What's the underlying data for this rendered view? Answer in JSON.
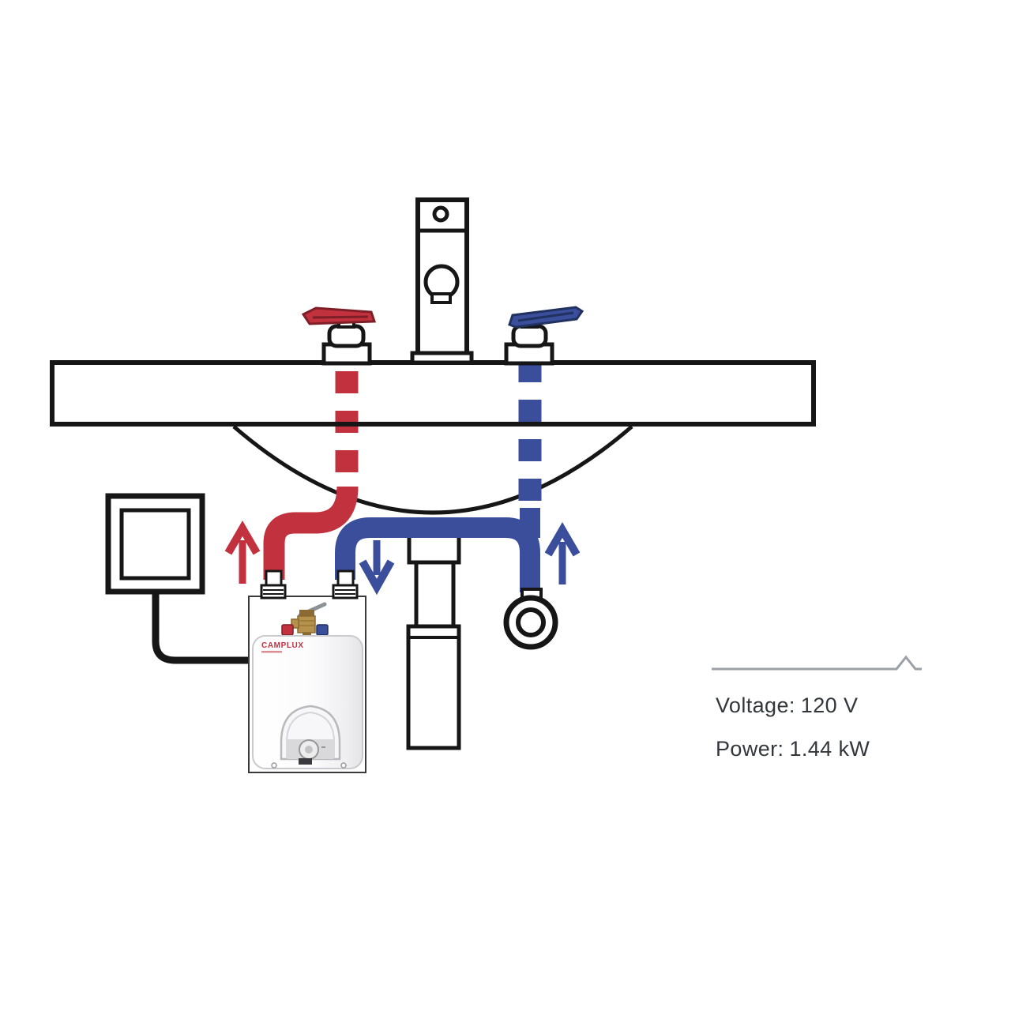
{
  "diagram": {
    "subject": "under-sink mini tank water heater installation diagram",
    "specs": {
      "voltage": {
        "label": "Voltage:",
        "value": "120 V"
      },
      "power": {
        "label": "Power:",
        "value": "1.44 kW"
      }
    },
    "heater": {
      "brand": "CAMPLUX"
    },
    "components": [
      "sink-counter",
      "sink-basin",
      "faucet",
      "hot-water-valve",
      "cold-water-valve",
      "hot-water-dashed-line",
      "cold-water-dashed-line",
      "drain-pipe",
      "electrical-outlet",
      "power-cable",
      "water-heater",
      "pressure-relief-valve",
      "hot-water-pipe",
      "cold-water-pipe",
      "water-supply-connector",
      "hot-flow-arrow",
      "cold-flow-arrows",
      "callout-line"
    ]
  },
  "colors": {
    "hot_water": "#c2313e",
    "cold_water": "#3a4e9c",
    "brass": "#b5914b",
    "brass_dark": "#8a6a30",
    "callout_line": "#9aa0a6",
    "text": "#32373c",
    "logo_red": "#c2313e"
  }
}
